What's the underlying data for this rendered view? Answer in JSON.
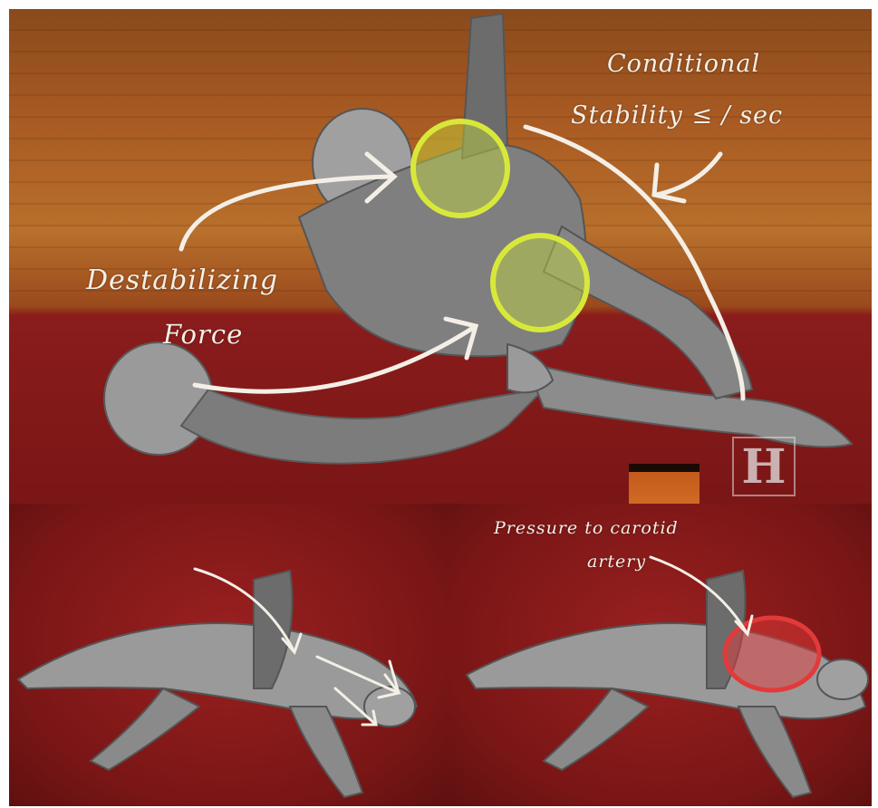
{
  "top_panel": {
    "labels": {
      "conditional": "Conditional",
      "stability": "Stability ≤ / sec",
      "destabilizing": "Destabilizing",
      "force": "Force"
    },
    "logo": "H",
    "highlight_color": "#d8e83a",
    "arrow_color": "#f4efe6"
  },
  "bottom_right": {
    "labels": {
      "pressure": "Pressure to carotid",
      "artery": "artery"
    },
    "highlight_color": "#e23a3a"
  },
  "icons": [
    "curved-arrow-icon",
    "highlight-circle-icon",
    "history-logo-icon"
  ]
}
